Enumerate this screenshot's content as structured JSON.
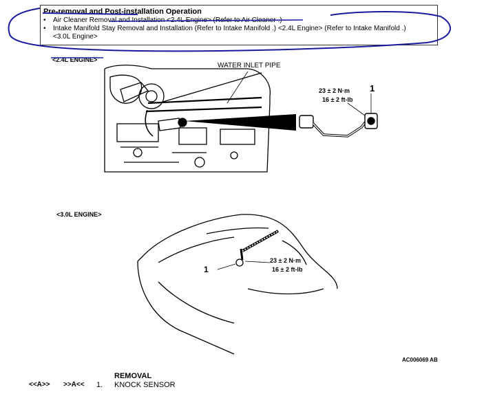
{
  "preop": {
    "title": "Pre-removal and Post-installation Operation",
    "bullet_symbol": "•",
    "items": [
      "Air Cleaner Removal and Installation <2.4L Engine> (Refer to Air Cleaner .)",
      "Intake Manifold Stay Removal and Installation (Refer to Intake Manifold .) <2.4L Engine> (Refer to Intake Manifold .)"
    ],
    "item2_cont": "<3.0L Engine>"
  },
  "fig1": {
    "heading": "<2.4L ENGINE>",
    "water_pipe_label": "WATER INLET PIPE",
    "torque_nm": "23 ± 2 N·m",
    "torque_ftlb": "16 ± 2 ft-lb",
    "callout": "1"
  },
  "fig2": {
    "heading": "<3.0L ENGINE>",
    "torque_nm": "23 ± 2 N·m",
    "torque_ftlb": "16 ± 2 ft-lb",
    "callout": "1"
  },
  "figure_code": "AC006069 AB",
  "removal": {
    "title": "REMOVAL",
    "marker1": "<<A>>",
    "marker2": ">>A<<",
    "number": "1.",
    "part": "KNOCK SENSOR"
  },
  "colors": {
    "annotation": "#1a1aa0",
    "ink": "#000000"
  }
}
